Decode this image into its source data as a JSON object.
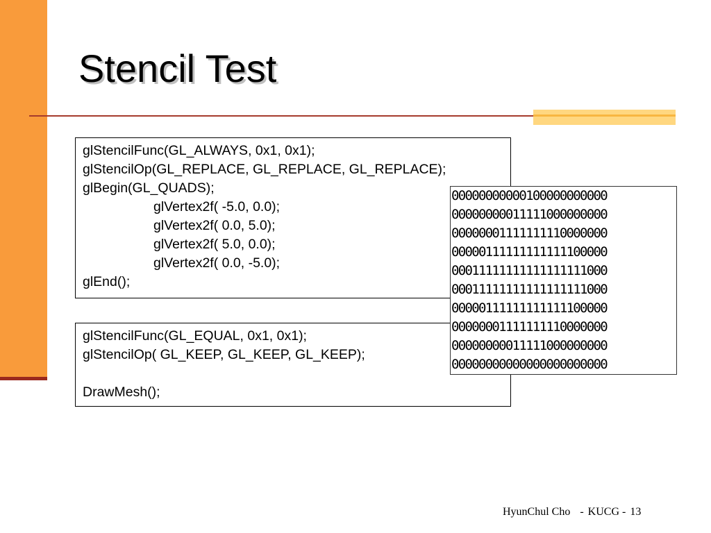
{
  "slide": {
    "title": "Stencil Test"
  },
  "code_block_1": {
    "lines": [
      "glStencilFunc(GL_ALWAYS, 0x1, 0x1);",
      "glStencilOp(GL_REPLACE, GL_REPLACE, GL_REPLACE);",
      "glBegin(GL_QUADS);",
      "glVertex2f( -5.0, 0.0);",
      "glVertex2f( 0.0, 5.0);",
      "glVertex2f( 5.0, 0.0);",
      "glVertex2f( 0.0, -5.0);",
      "glEnd();"
    ]
  },
  "code_block_2": {
    "lines": [
      "glStencilFunc(GL_EQUAL, 0x1, 0x1);",
      "glStencilOp( GL_KEEP, GL_KEEP, GL_KEEP);",
      "",
      "DrawMesh();"
    ]
  },
  "stencil_grid": {
    "rows": [
      "00000000000100000000000",
      "00000000011111000000000",
      "00000001111111110000000",
      "00000111111111111100000",
      "00011111111111111111000",
      "00011111111111111111000",
      "00000111111111111100000",
      "00000001111111110000000",
      "00000000011111000000000",
      "00000000000000000000000"
    ]
  },
  "footer": {
    "author": "HyunChul Cho",
    "dash_left": "-",
    "org": "KUCG",
    "dash_right": "-",
    "page": "13"
  }
}
